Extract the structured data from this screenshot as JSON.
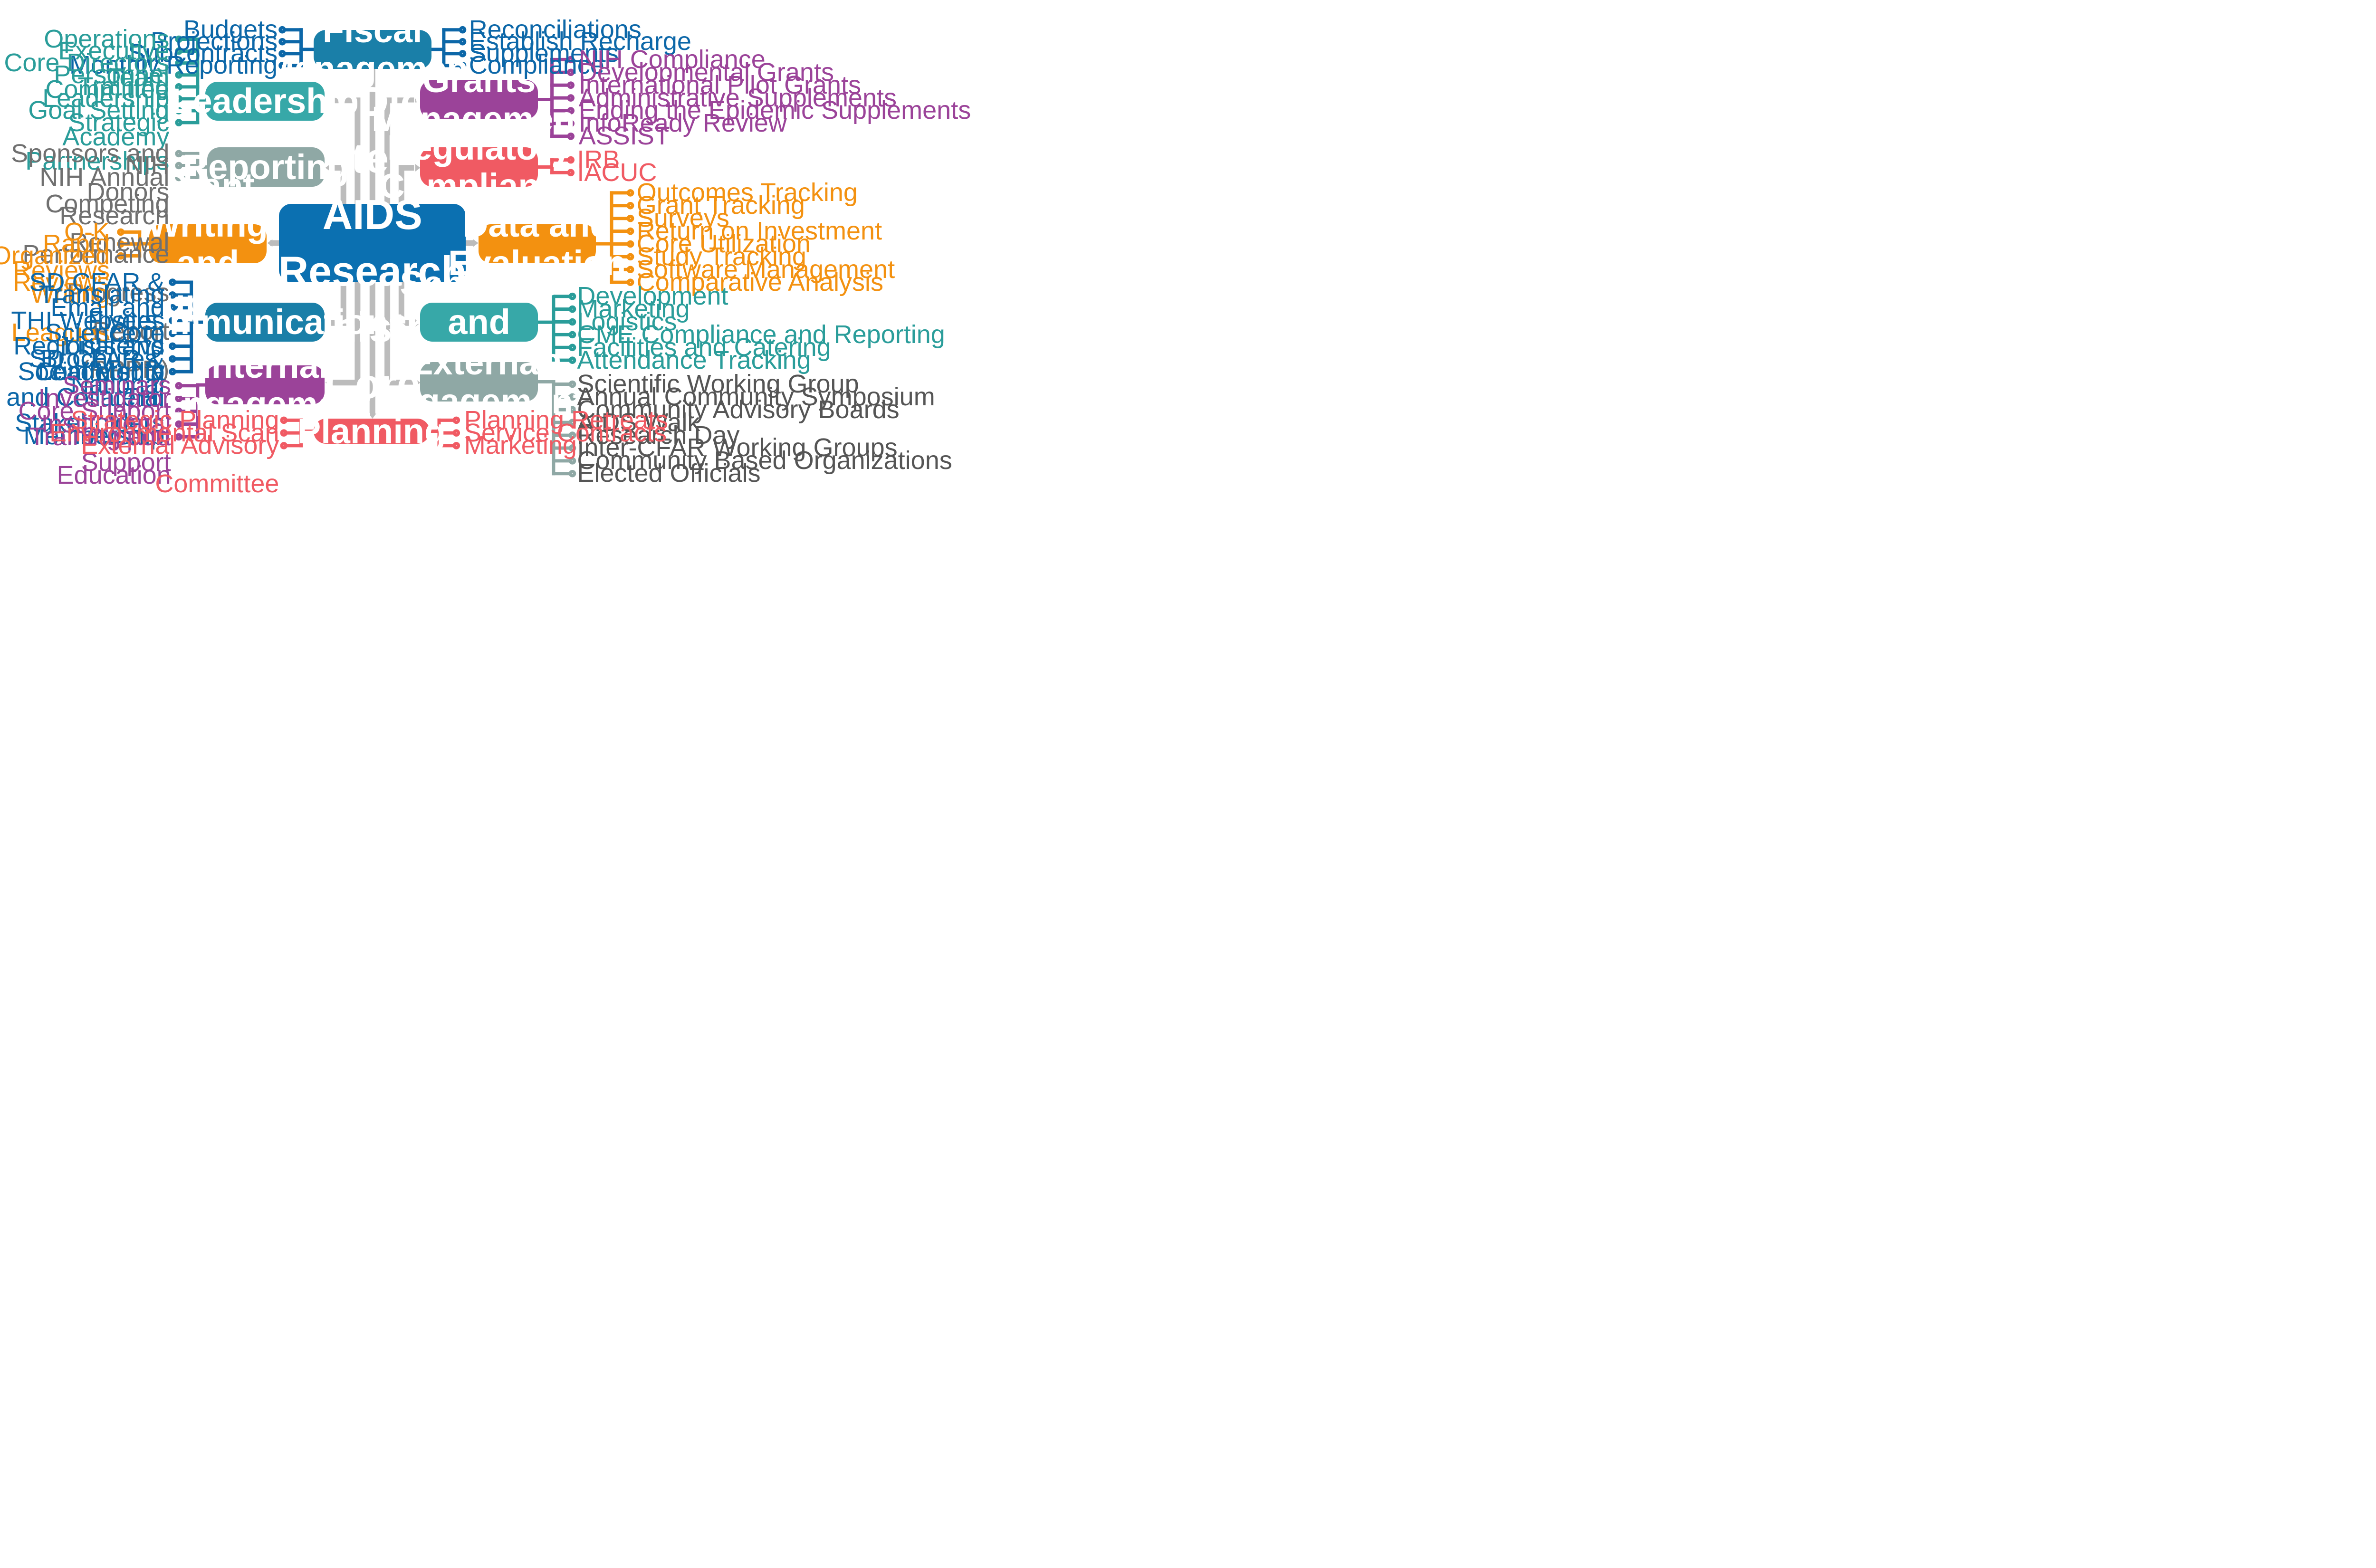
{
  "colors": {
    "blue": "#1a7fa8",
    "teal": "#37a8a8",
    "purple": "#9b4399",
    "coral": "#f05a63",
    "orange": "#f39110",
    "gray": "#8fa8a5",
    "center": "#0b70b1",
    "dark_blue": "#0c67a8",
    "dark_teal": "#2a9d9a",
    "connector": "#bcbcbc"
  },
  "center": {
    "title": "San Diego\nCenter for AIDS Research\nAdministrative Core"
  },
  "nodes": [
    {
      "id": "fiscal",
      "label": "Fiscal Management",
      "color": "blue",
      "items": [
        "Budgets",
        "Projections",
        "Subcontracts",
        "Monthly Reporting",
        "Reconciliations",
        "Establish Recharge",
        "Supplements",
        "Compliance"
      ]
    },
    {
      "id": "leadership",
      "label": "Leadership",
      "color": "teal",
      "items": [
        "Operations Team",
        "Executive Committee",
        "Core Directors",
        "Personnel",
        "Training",
        "Leadership Academy",
        "Goal Setting",
        "Strategic Partnerships"
      ]
    },
    {
      "id": "grants",
      "label": "Grants Management",
      "color": "purple",
      "items": [
        "NIH Compliance",
        "Developmental Grants",
        "International Pilot Grants",
        "Administrative Supplements",
        "Ending the Epidemic Supplements",
        "InfoReady Review",
        "ASSIST"
      ]
    },
    {
      "id": "reporting",
      "label": "Reporting",
      "color": "gray",
      "items": [
        "Sponsors and Donors",
        "NIH Competing Renewal",
        "NIH Annual Research Performance\nProgress Report (RPPR)"
      ]
    },
    {
      "id": "regulatory",
      "label": "Regulatory\nCompliance",
      "color": "coral",
      "items": [
        "IRB",
        "IACUC"
      ]
    },
    {
      "id": "grantwriting",
      "label": "Grant Writing and\nSupport",
      "color": "orange",
      "items": [
        "O-K Reviews",
        "Rapid Reviews",
        "Organized Writing Leagues"
      ]
    },
    {
      "id": "data",
      "label": "Data and Evaluation",
      "color": "orange",
      "items": [
        "Outcomes Tracking",
        "Grant Tracking",
        "Surveys",
        "Return on Investment",
        "Core Utilization",
        "Study Tracking",
        "Software Management",
        "Comparative Analysis"
      ]
    },
    {
      "id": "communications",
      "label": "Communications",
      "color": "blue",
      "items": [
        "SD CFAR  & THI Websites",
        "Translating Science to Community",
        "Email and Listservs",
        "Flyers, Brochures, and Collateral",
        "Core Leadership",
        "Regional and National Stakeholders",
        "SD CFAR & THI Membership",
        "Social Media"
      ]
    },
    {
      "id": "seminars",
      "label": "Seminars and\nSymposia",
      "color": "teal",
      "items": [
        "Development",
        "Marketing",
        "Logistics",
        "CME Compliance and Reporting",
        "Facilities and Catering",
        "Attendance Tracking"
      ]
    },
    {
      "id": "internal",
      "label": "Internal\nEngagement",
      "color": "purple",
      "items": [
        "Seminars",
        "Investigator Support",
        "Core Support",
        "Institutional Support",
        "Training and Education"
      ]
    },
    {
      "id": "external",
      "label": "External\nEngagement",
      "color": "gray",
      "items": [
        "Scientific Working Group",
        "Annual Community Symposium",
        "Community Advisory Boards",
        "AIDS Walk",
        "Research Day",
        "Inter-CFAR Working Groups",
        "Community Based Organizations",
        "Elected Officials"
      ]
    },
    {
      "id": "planning",
      "label": "Planning",
      "color": "coral",
      "items": [
        "Strategic Planning",
        "Environmental Scan",
        "External Advisory\nCommittee",
        "Planning Retreats",
        "Service Contracts",
        "Marketing"
      ]
    }
  ]
}
